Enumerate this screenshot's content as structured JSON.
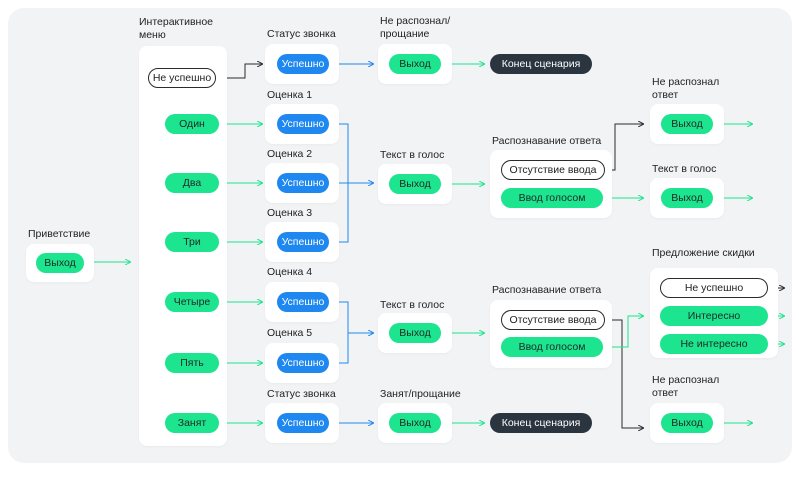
{
  "greeting": {
    "label": "Приветствие",
    "exit": "Выход"
  },
  "menu": {
    "label": "Интерактивное\nменю",
    "items": {
      "not_success": "Не успешно",
      "one": "Один",
      "two": "Два",
      "three": "Три",
      "four": "Четыре",
      "five": "Пять",
      "busy": "Занят"
    }
  },
  "col2": {
    "call_status_top": "Статус звонка",
    "rating1": "Оценка 1",
    "rating2": "Оценка 2",
    "rating3": "Оценка 3",
    "rating4": "Оценка 4",
    "rating5": "Оценка 5",
    "call_status_bottom": "Статус звонка",
    "success": "Успешно"
  },
  "col3": {
    "not_recognized_farewell": "Не распознал/\nпрощание",
    "tts_top": "Текст в голос",
    "tts_bottom": "Текст в голос",
    "busy_farewell": "Занят/прощание",
    "exit": "Выход"
  },
  "end_scenario": "Конец сценария",
  "recognition": {
    "label": "Распознавание ответа",
    "no_input": "Отсутствие ввода",
    "voice_input": "Ввод голосом"
  },
  "col5": {
    "not_recognized_answer": "Не распознал\nответ",
    "tts": "Текст в голос",
    "discount_offer": "Предложение скидки",
    "not_success": "Не успешно",
    "interested": "Интересно",
    "not_interested": "Не интересно",
    "exit": "Выход"
  },
  "colors": {
    "green": "#1de48f",
    "blue": "#1e88f0",
    "dark": "#2b3540",
    "wire_green": "#1de48f",
    "wire_blue": "#1e88f0",
    "wire_dark": "#2b2b2b"
  }
}
